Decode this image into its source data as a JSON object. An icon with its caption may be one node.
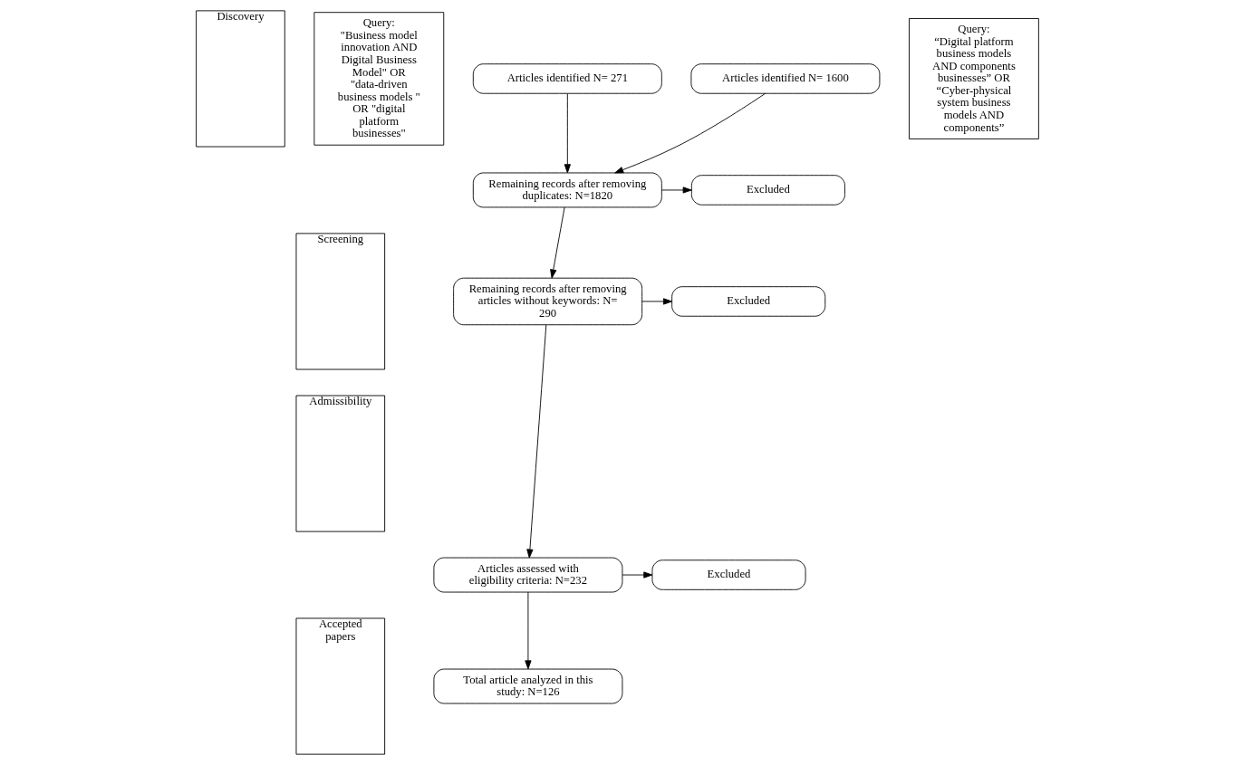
{
  "diagram": {
    "nodes": [
      {
        "text": [
          "Discovery"
        ]
      },
      {
        "text": [
          "Screening"
        ]
      },
      {
        "text": [
          "Admissibility"
        ]
      },
      {
        "text": [
          "Accepted papers"
        ]
      },
      {
        "text": [
          "Query:",
          "\"Business model innovation AND Digital Business Model\" OR \"data-driven business models \" OR \"digital platform businesses\""
        ]
      },
      {
        "text": [
          "Query:",
          "“Digital platform business models AND components businesses” OR “Cyber-physical system business models AND components”"
        ]
      },
      {
        "text": [
          "Articles identified N= 271"
        ]
      },
      {
        "text": [
          "Articles identified N= 1600"
        ]
      },
      {
        "text": [
          "Remaining records after removing duplicates: N=1820"
        ]
      },
      {
        "text": [
          "Excluded"
        ]
      },
      {
        "text": [
          "Remaining records after removing articles without keywords: N= 290"
        ]
      },
      {
        "text": [
          "Excluded"
        ]
      },
      {
        "text": [
          "Articles assessed with eligibility criteria: N=232"
        ]
      },
      {
        "text": [
          "Excluded"
        ]
      },
      {
        "text": [
          "Total article analyzed in this study: N=126"
        ]
      }
    ],
    "edges": [
      {
        "from": 6,
        "to": 8,
        "arrow": "to"
      },
      {
        "from": 7,
        "to": 8,
        "arrow": "to"
      },
      {
        "from": 8,
        "to": 9,
        "arrow": "to"
      },
      {
        "from": 8,
        "to": 10,
        "arrow": "to"
      },
      {
        "from": 10,
        "to": 11,
        "arrow": "to"
      },
      {
        "from": 10,
        "to": 12,
        "arrow": "to"
      },
      {
        "from": 12,
        "to": 13,
        "arrow": "to"
      },
      {
        "from": 12,
        "to": 14,
        "arrow": "to"
      }
    ]
  }
}
